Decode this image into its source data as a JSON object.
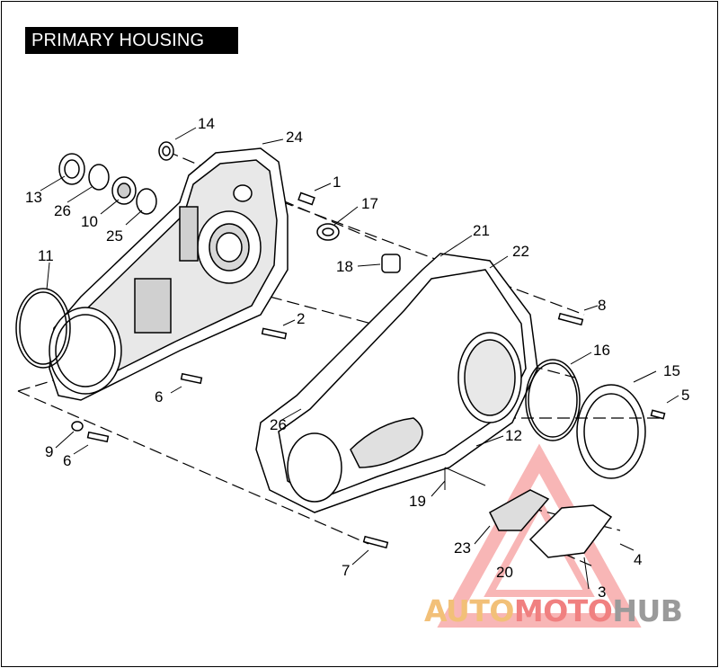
{
  "title": "PRIMARY HOUSING",
  "callouts": {
    "n1": "1",
    "n2": "2",
    "n3": "3",
    "n4": "4",
    "n5": "5",
    "n6a": "6",
    "n6b": "6",
    "n7": "7",
    "n8": "8",
    "n9": "9",
    "n10": "10",
    "n11": "11",
    "n12": "12",
    "n13": "13",
    "n14": "14",
    "n15": "15",
    "n16": "16",
    "n17": "17",
    "n18": "18",
    "n19": "19",
    "n20": "20",
    "n21": "21",
    "n22": "22",
    "n23": "23",
    "n24": "24",
    "n25": "25",
    "n26a": "26",
    "n26b": "26"
  },
  "watermark": {
    "part1": "AUTO",
    "part2": "MOTO",
    "part3": "HUB"
  },
  "colors": {
    "watermark_yellow": "#f2c078",
    "watermark_red": "#f08080",
    "watermark_gray": "#9a9a9a"
  }
}
